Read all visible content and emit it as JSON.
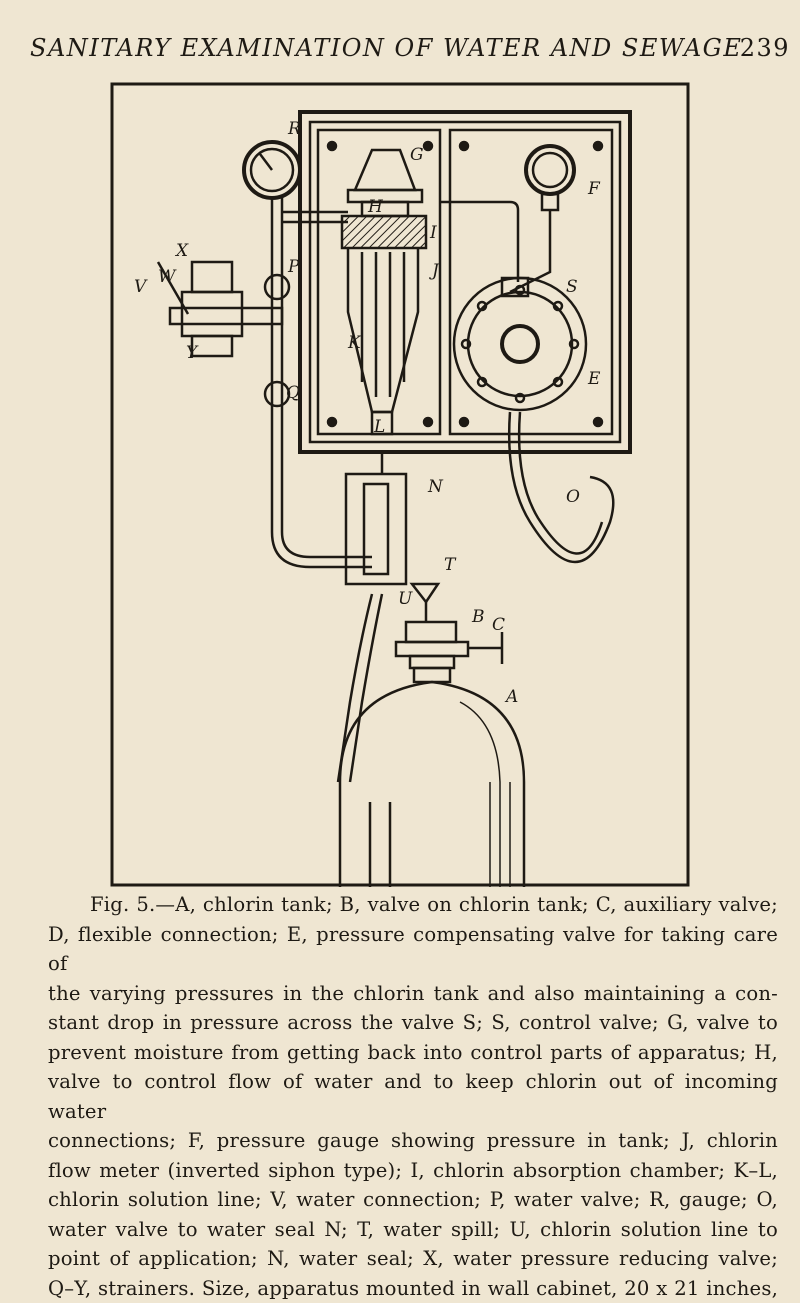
{
  "header": {
    "running_title": "SANITARY EXAMINATION OF WATER AND SEWAGE",
    "page_number": "239"
  },
  "figure": {
    "labels": {
      "R": "R",
      "G": "G",
      "F": "F",
      "H": "H",
      "I": "I",
      "J": "J",
      "X": "X",
      "W": "W",
      "V": "V",
      "Y": "Y",
      "P": "P",
      "S": "S",
      "K": "K",
      "E": "E",
      "Q": "Q",
      "L": "L",
      "N": "N",
      "O": "O",
      "T": "T",
      "U": "U",
      "B": "B",
      "C": "C",
      "A": "A"
    }
  },
  "caption": {
    "lines": [
      "Fig. 5.—A, chlorin tank; B, valve on chlorin tank; C, auxiliary valve;",
      "D, flexible connection; E, pressure compensating valve for taking care of",
      "the varying pressures in the chlorin tank and also maintaining a con-",
      "stant drop in pressure across the valve S; S, control valve; G, valve to",
      "prevent moisture from getting back into control parts of apparatus; H,",
      "valve to control flow of water and to keep chlorin out of incoming water",
      "connections; F, pressure gauge showing pressure in tank; J, chlorin",
      "flow meter (inverted siphon type); I, chlorin absorption chamber; K–L,",
      "chlorin solution line; V, water connection; P, water valve; R, gauge; O,",
      "water valve to water seal N; T, water spill; U, chlorin solution line to",
      "point of application; N, water seal; X, water pressure reducing valve;",
      "Q–Y, strainers. Size, apparatus mounted in wall cabinet, 20 x 21 inches,"
    ]
  }
}
